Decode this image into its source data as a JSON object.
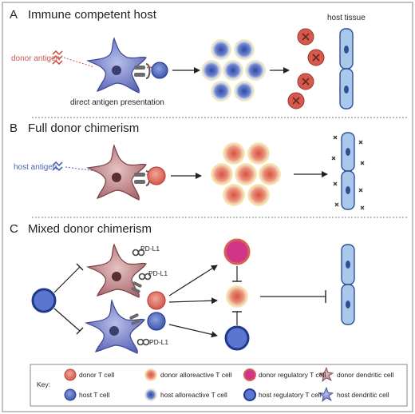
{
  "panels": [
    {
      "letter": "A",
      "title": "Immune competent host"
    },
    {
      "letter": "B",
      "title": "Full donor chimerism"
    },
    {
      "letter": "C",
      "title": "Mixed donor chimerism"
    }
  ],
  "labels": {
    "donor_antigen": "donor antigen",
    "direct_presentation": "direct antigen presentation",
    "host_tissue": "host tissue",
    "host_antigen": "host antigen",
    "pdl1": "PD-L1"
  },
  "key": {
    "title": "Key:",
    "items": [
      {
        "label": "donor T cell",
        "icon": "donor-t-cell-icon"
      },
      {
        "label": "donor alloreactive T cell",
        "icon": "donor-alloreactive-t-cell-icon"
      },
      {
        "label": "donor regulatory T cell",
        "icon": "donor-regulatory-t-cell-icon"
      },
      {
        "label": "donor dendritic cell",
        "icon": "donor-dendritic-cell-icon"
      },
      {
        "label": "host T cell",
        "icon": "host-t-cell-icon"
      },
      {
        "label": "host alloreactive T cell",
        "icon": "host-alloreactive-t-cell-icon"
      },
      {
        "label": "host regulatory T cell",
        "icon": "host-regulatory-t-cell-icon"
      },
      {
        "label": "host dendritic cell",
        "icon": "host-dendritic-cell-icon"
      }
    ]
  },
  "colors": {
    "donor": "#d9655a",
    "host": "#4a63b8",
    "regulatory_donor": "#d0358a",
    "tissue": "#a9c8ea",
    "halo": "#f2e27a",
    "text": "#222222"
  }
}
